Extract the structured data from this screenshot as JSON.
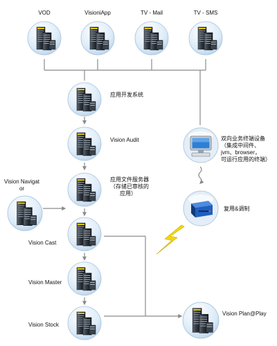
{
  "top_labels": [
    "VOD",
    "VisioniApp",
    "TV - Mail",
    "TV - SMS"
  ],
  "nodes": {
    "app_dev": "应用开发系统",
    "audit": "Vision Audit",
    "file_server": [
      "应用文件服务器",
      "（存储已审核的",
      "应用）"
    ],
    "navigator": [
      "Vision Navigat",
      "or"
    ],
    "cast": "Vision Cast",
    "master": "Vision Master",
    "stock": "Vision Stock",
    "terminal": [
      "双向业务终端设备",
      "（集成中间件、",
      "jvm、browser，",
      "可运行应用的终端）"
    ],
    "mux": "复用&调制",
    "plan_play": "Vision Plan@Play"
  },
  "colors": {
    "line": "#8a8a8a",
    "arrow_fill": "#c9c9c9",
    "server_dark": "#2a2f36",
    "sphere": "#cfe3f5",
    "lightning": "#f5d800",
    "mux_body": "#1f5fbf"
  }
}
